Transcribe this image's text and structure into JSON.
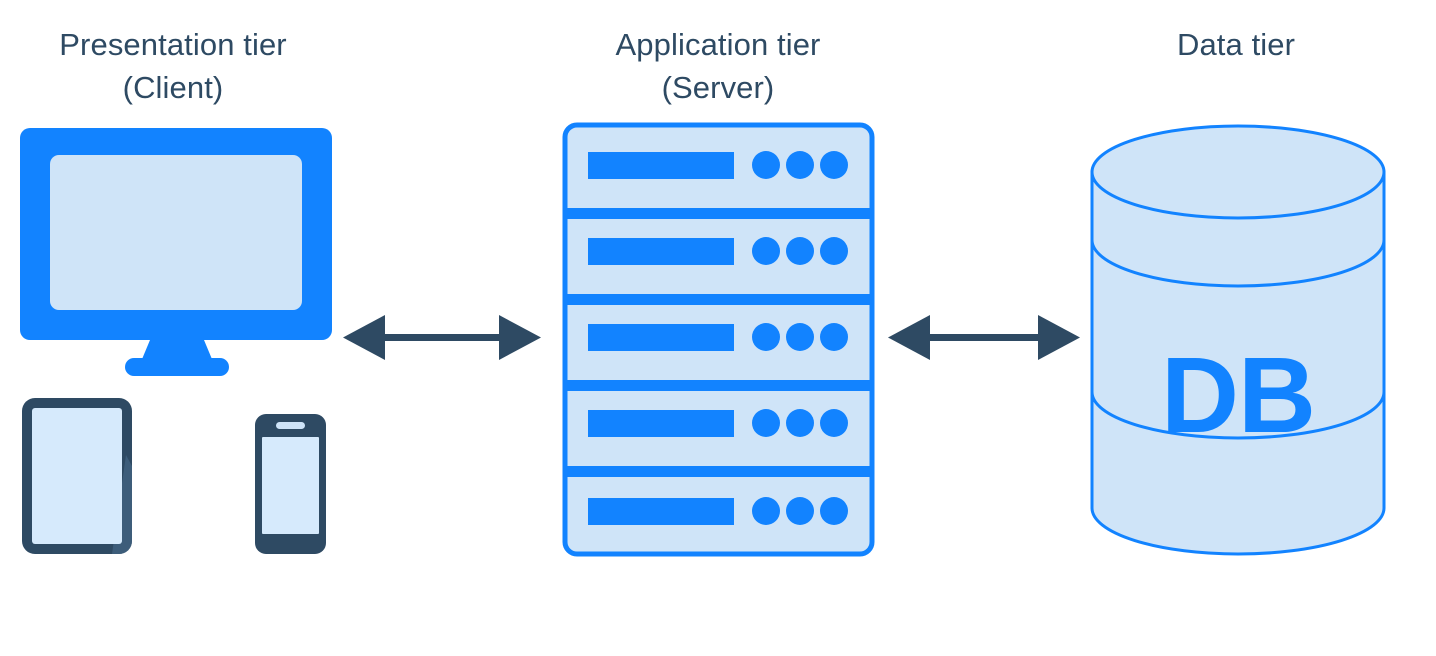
{
  "diagram": {
    "title_text_color": "#2e4a63",
    "background": "#ffffff",
    "accent_blue": "#1283ff",
    "light_blue": "#cfe4f8",
    "dark_navy": "#2e4a63",
    "tiers": [
      {
        "id": "presentation",
        "line1": "Presentation tier",
        "line2": "(Client)",
        "devices": [
          "monitor",
          "tablet",
          "smartphone"
        ]
      },
      {
        "id": "application",
        "line1": "Application tier",
        "line2": "(Server)",
        "devices": [
          "server-rack"
        ],
        "server_rows": 5,
        "status_lights_per_row": 3
      },
      {
        "id": "data",
        "line1": "Data tier",
        "line2": "",
        "devices": [
          "database-cylinder"
        ],
        "cylinder_label": "DB",
        "cylinder_bands": 2
      }
    ],
    "connectors": [
      {
        "id": "client-to-server",
        "from": "presentation",
        "to": "application",
        "style": "double-headed-arrow",
        "color": "#2e4a63"
      },
      {
        "id": "server-to-data",
        "from": "application",
        "to": "data",
        "style": "double-headed-arrow",
        "color": "#2e4a63"
      }
    ]
  }
}
